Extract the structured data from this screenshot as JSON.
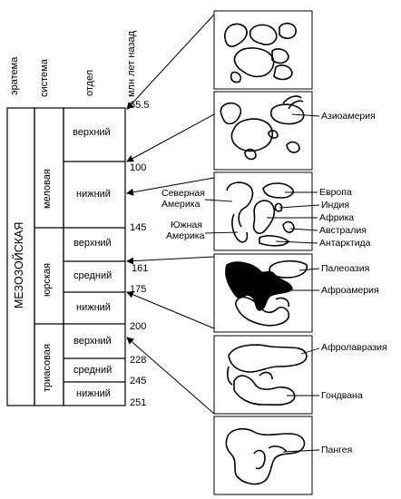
{
  "headers": {
    "eratema": "эратема",
    "sistema": "система",
    "otdel": "отдел",
    "mln": "млн лет назад"
  },
  "era": "МЕЗОЗОЙСКАЯ",
  "systems": {
    "cretaceous": "меловая",
    "jurassic": "юрская",
    "triassic": "триасовая"
  },
  "divisions": {
    "cret_upper": "верхний",
    "cret_lower": "нижний",
    "jur_upper": "верхний",
    "jur_middle": "средний",
    "jur_lower": "нижний",
    "tri_upper": "верхний",
    "tri_middle": "средний",
    "tri_lower": "нижний"
  },
  "ticks": {
    "t655": "65.5",
    "t100": "100",
    "t145": "145",
    "t161": "161",
    "t175": "175",
    "t200": "200",
    "t228": "228",
    "t245": "245",
    "t251": "251"
  },
  "labels": {
    "asiamerica": "Азиоамерия",
    "north_america_1": "Северная",
    "north_america_2": "Америка",
    "south_america_1": "Южная",
    "south_america_2": "Америка",
    "europe": "Европа",
    "india": "Индия",
    "africa": "Африка",
    "australia": "Австралия",
    "antarctica": "Антарктида",
    "paleoasia": "Палеоазия",
    "afroamerica": "Афроамерия",
    "afrolaurasia": "Афролавразия",
    "gondwana": "Гондвана",
    "pangea": "Пангея"
  }
}
